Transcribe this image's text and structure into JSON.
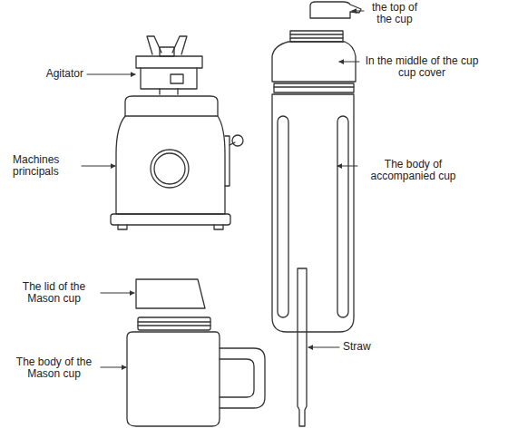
{
  "diagram": {
    "labels": [
      "Agitator",
      "Machines principals",
      "the top of the cup",
      "In the middle of the cup cup cover",
      "The body of accompanied cup",
      "The lid of the Mason cup",
      "The body of the Mason cup",
      "Straw"
    ]
  }
}
